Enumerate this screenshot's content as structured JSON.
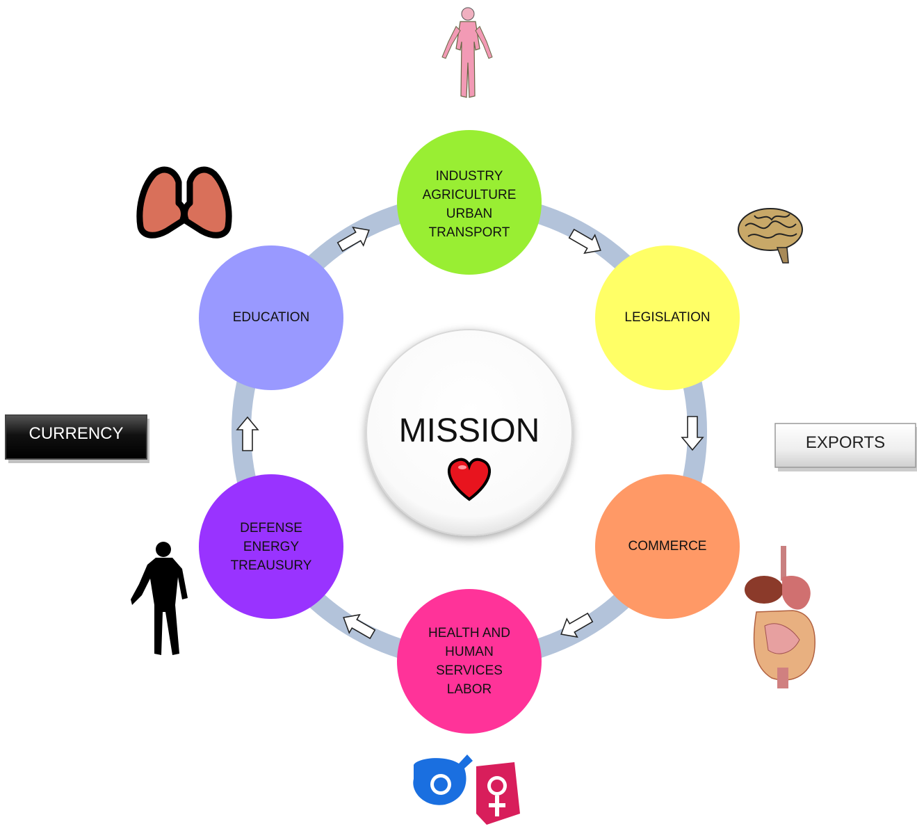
{
  "center": {
    "label": "MISSION"
  },
  "nodes": [
    {
      "id": "industry",
      "label": "INDUSTRY\nAGRICULTURE\nURBAN\nTRANSPORT",
      "color": "#99ee33",
      "icon": "human-muscle-icon"
    },
    {
      "id": "legislation",
      "label": "LEGISLATION",
      "color": "#ffff66",
      "icon": "brain-icon"
    },
    {
      "id": "commerce",
      "label": "COMMERCE",
      "color": "#ff9966",
      "icon": "digestive-system-icon"
    },
    {
      "id": "health",
      "label": "HEALTH AND\nHUMAN\nSERVICES\nLABOR",
      "color": "#ff3399",
      "icon": "gender-symbols-icon"
    },
    {
      "id": "defense",
      "label": "DEFENSE\nENERGY\nTREAUSURY",
      "color": "#9933ff",
      "icon": "body-silhouette-icon"
    },
    {
      "id": "education",
      "label": "EDUCATION",
      "color": "#9999ff",
      "icon": "lungs-icon"
    }
  ],
  "side_boxes": {
    "left": {
      "label": "CURRENCY"
    },
    "right": {
      "label": "EXPORTS"
    }
  },
  "colors": {
    "ring": "#b3c3da",
    "heart": "#e8141e"
  }
}
